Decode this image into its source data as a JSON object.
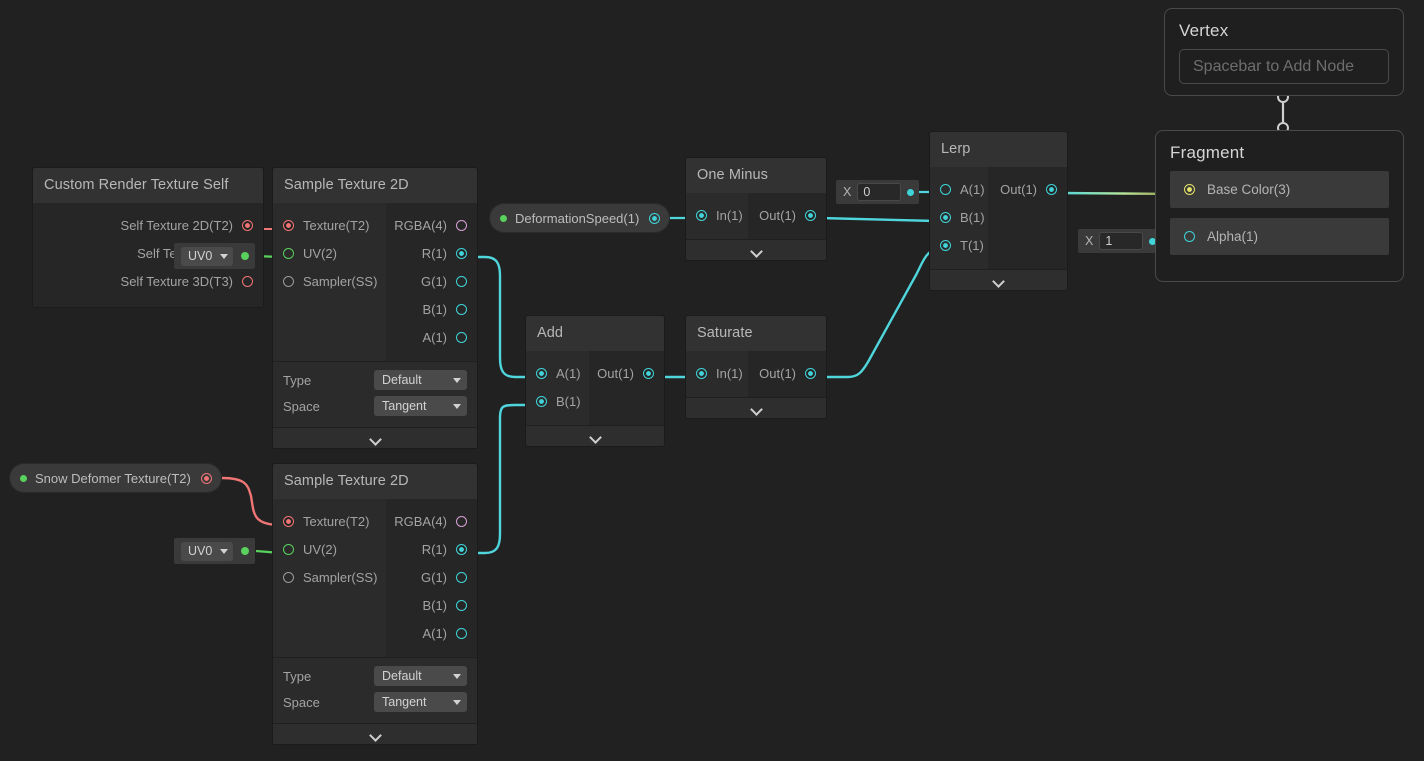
{
  "app": {
    "name": "shader-graph-editor",
    "background_color": "#212121",
    "node_body_color": "#242424",
    "node_header_color": "#323232",
    "wire_color_float": "#4fd6dd",
    "wire_color_texture": "#f07575",
    "wire_color_uv": "#59d15d",
    "wire_color_basecolor": "#e3e36a"
  },
  "nodes": {
    "custom_render_texture_self": {
      "title": "Custom Render Texture Self",
      "outputs": [
        {
          "label": "Self Texture 2D(T2)",
          "type": "red",
          "filled": true
        },
        {
          "label": "Self Texture (T2)",
          "type": "red",
          "filled": false
        },
        {
          "label": "Self Texture 3D(T3)",
          "type": "red",
          "filled": false
        }
      ]
    },
    "sample_texture_2d_top": {
      "title": "Sample Texture 2D",
      "inputs": [
        {
          "label": "Texture(T2)",
          "type": "red",
          "filled": true
        },
        {
          "label": "UV(2)",
          "type": "green",
          "filled": false
        },
        {
          "label": "Sampler(SS)",
          "type": "dark",
          "filled": false
        }
      ],
      "outputs": [
        {
          "label": "RGBA(4)",
          "type": "pink",
          "filled": false
        },
        {
          "label": "R(1)",
          "type": "cyan",
          "filled": true
        },
        {
          "label": "G(1)",
          "type": "cyan",
          "filled": false
        },
        {
          "label": "B(1)",
          "type": "cyan",
          "filled": false
        },
        {
          "label": "A(1)",
          "type": "cyan",
          "filled": false
        }
      ],
      "settings": [
        {
          "label": "Type",
          "value": "Default"
        },
        {
          "label": "Space",
          "value": "Tangent"
        }
      ]
    },
    "sample_texture_2d_bottom": {
      "title": "Sample Texture 2D",
      "inputs": [
        {
          "label": "Texture(T2)",
          "type": "red",
          "filled": true
        },
        {
          "label": "UV(2)",
          "type": "green",
          "filled": false
        },
        {
          "label": "Sampler(SS)",
          "type": "dark",
          "filled": false
        }
      ],
      "outputs": [
        {
          "label": "RGBA(4)",
          "type": "pink",
          "filled": false
        },
        {
          "label": "R(1)",
          "type": "cyan",
          "filled": true
        },
        {
          "label": "G(1)",
          "type": "cyan",
          "filled": false
        },
        {
          "label": "B(1)",
          "type": "cyan",
          "filled": false
        },
        {
          "label": "A(1)",
          "type": "cyan",
          "filled": false
        }
      ],
      "settings": [
        {
          "label": "Type",
          "value": "Default"
        },
        {
          "label": "Space",
          "value": "Tangent"
        }
      ]
    },
    "add": {
      "title": "Add",
      "inputs": [
        {
          "label": "A(1)",
          "type": "cyan",
          "filled": true
        },
        {
          "label": "B(1)",
          "type": "cyan",
          "filled": true
        }
      ],
      "outputs": [
        {
          "label": "Out(1)",
          "type": "cyan",
          "filled": true
        }
      ]
    },
    "saturate": {
      "title": "Saturate",
      "inputs": [
        {
          "label": "In(1)",
          "type": "cyan",
          "filled": true
        }
      ],
      "outputs": [
        {
          "label": "Out(1)",
          "type": "cyan",
          "filled": true
        }
      ]
    },
    "one_minus": {
      "title": "One Minus",
      "inputs": [
        {
          "label": "In(1)",
          "type": "cyan",
          "filled": true
        }
      ],
      "outputs": [
        {
          "label": "Out(1)",
          "type": "cyan",
          "filled": true
        }
      ]
    },
    "lerp": {
      "title": "Lerp",
      "inputs": [
        {
          "label": "A(1)",
          "type": "cyan",
          "filled": false
        },
        {
          "label": "B(1)",
          "type": "cyan",
          "filled": true
        },
        {
          "label": "T(1)",
          "type": "cyan",
          "filled": true
        }
      ],
      "outputs": [
        {
          "label": "Out(1)",
          "type": "cyan",
          "filled": true
        }
      ]
    }
  },
  "properties": {
    "deformation_speed": {
      "label": "DeformationSpeed(1)",
      "port_type": "cyan"
    },
    "snow_deformer_texture": {
      "label": "Snow Defomer Texture(T2)",
      "port_type": "red"
    }
  },
  "widgets": {
    "uv_top": {
      "value": "UV0"
    },
    "uv_bottom": {
      "value": "UV0"
    },
    "lerp_a_value": {
      "axis": "X",
      "value": "0"
    },
    "alpha_value": {
      "axis": "X",
      "value": "1"
    }
  },
  "master": {
    "vertex": {
      "title": "Vertex",
      "placeholder": "Spacebar to Add Node"
    },
    "fragment": {
      "title": "Fragment",
      "slots": [
        {
          "label": "Base Color(3)",
          "type": "yellow",
          "filled": true
        },
        {
          "label": "Alpha(1)",
          "type": "cyan",
          "filled": false
        }
      ]
    }
  }
}
